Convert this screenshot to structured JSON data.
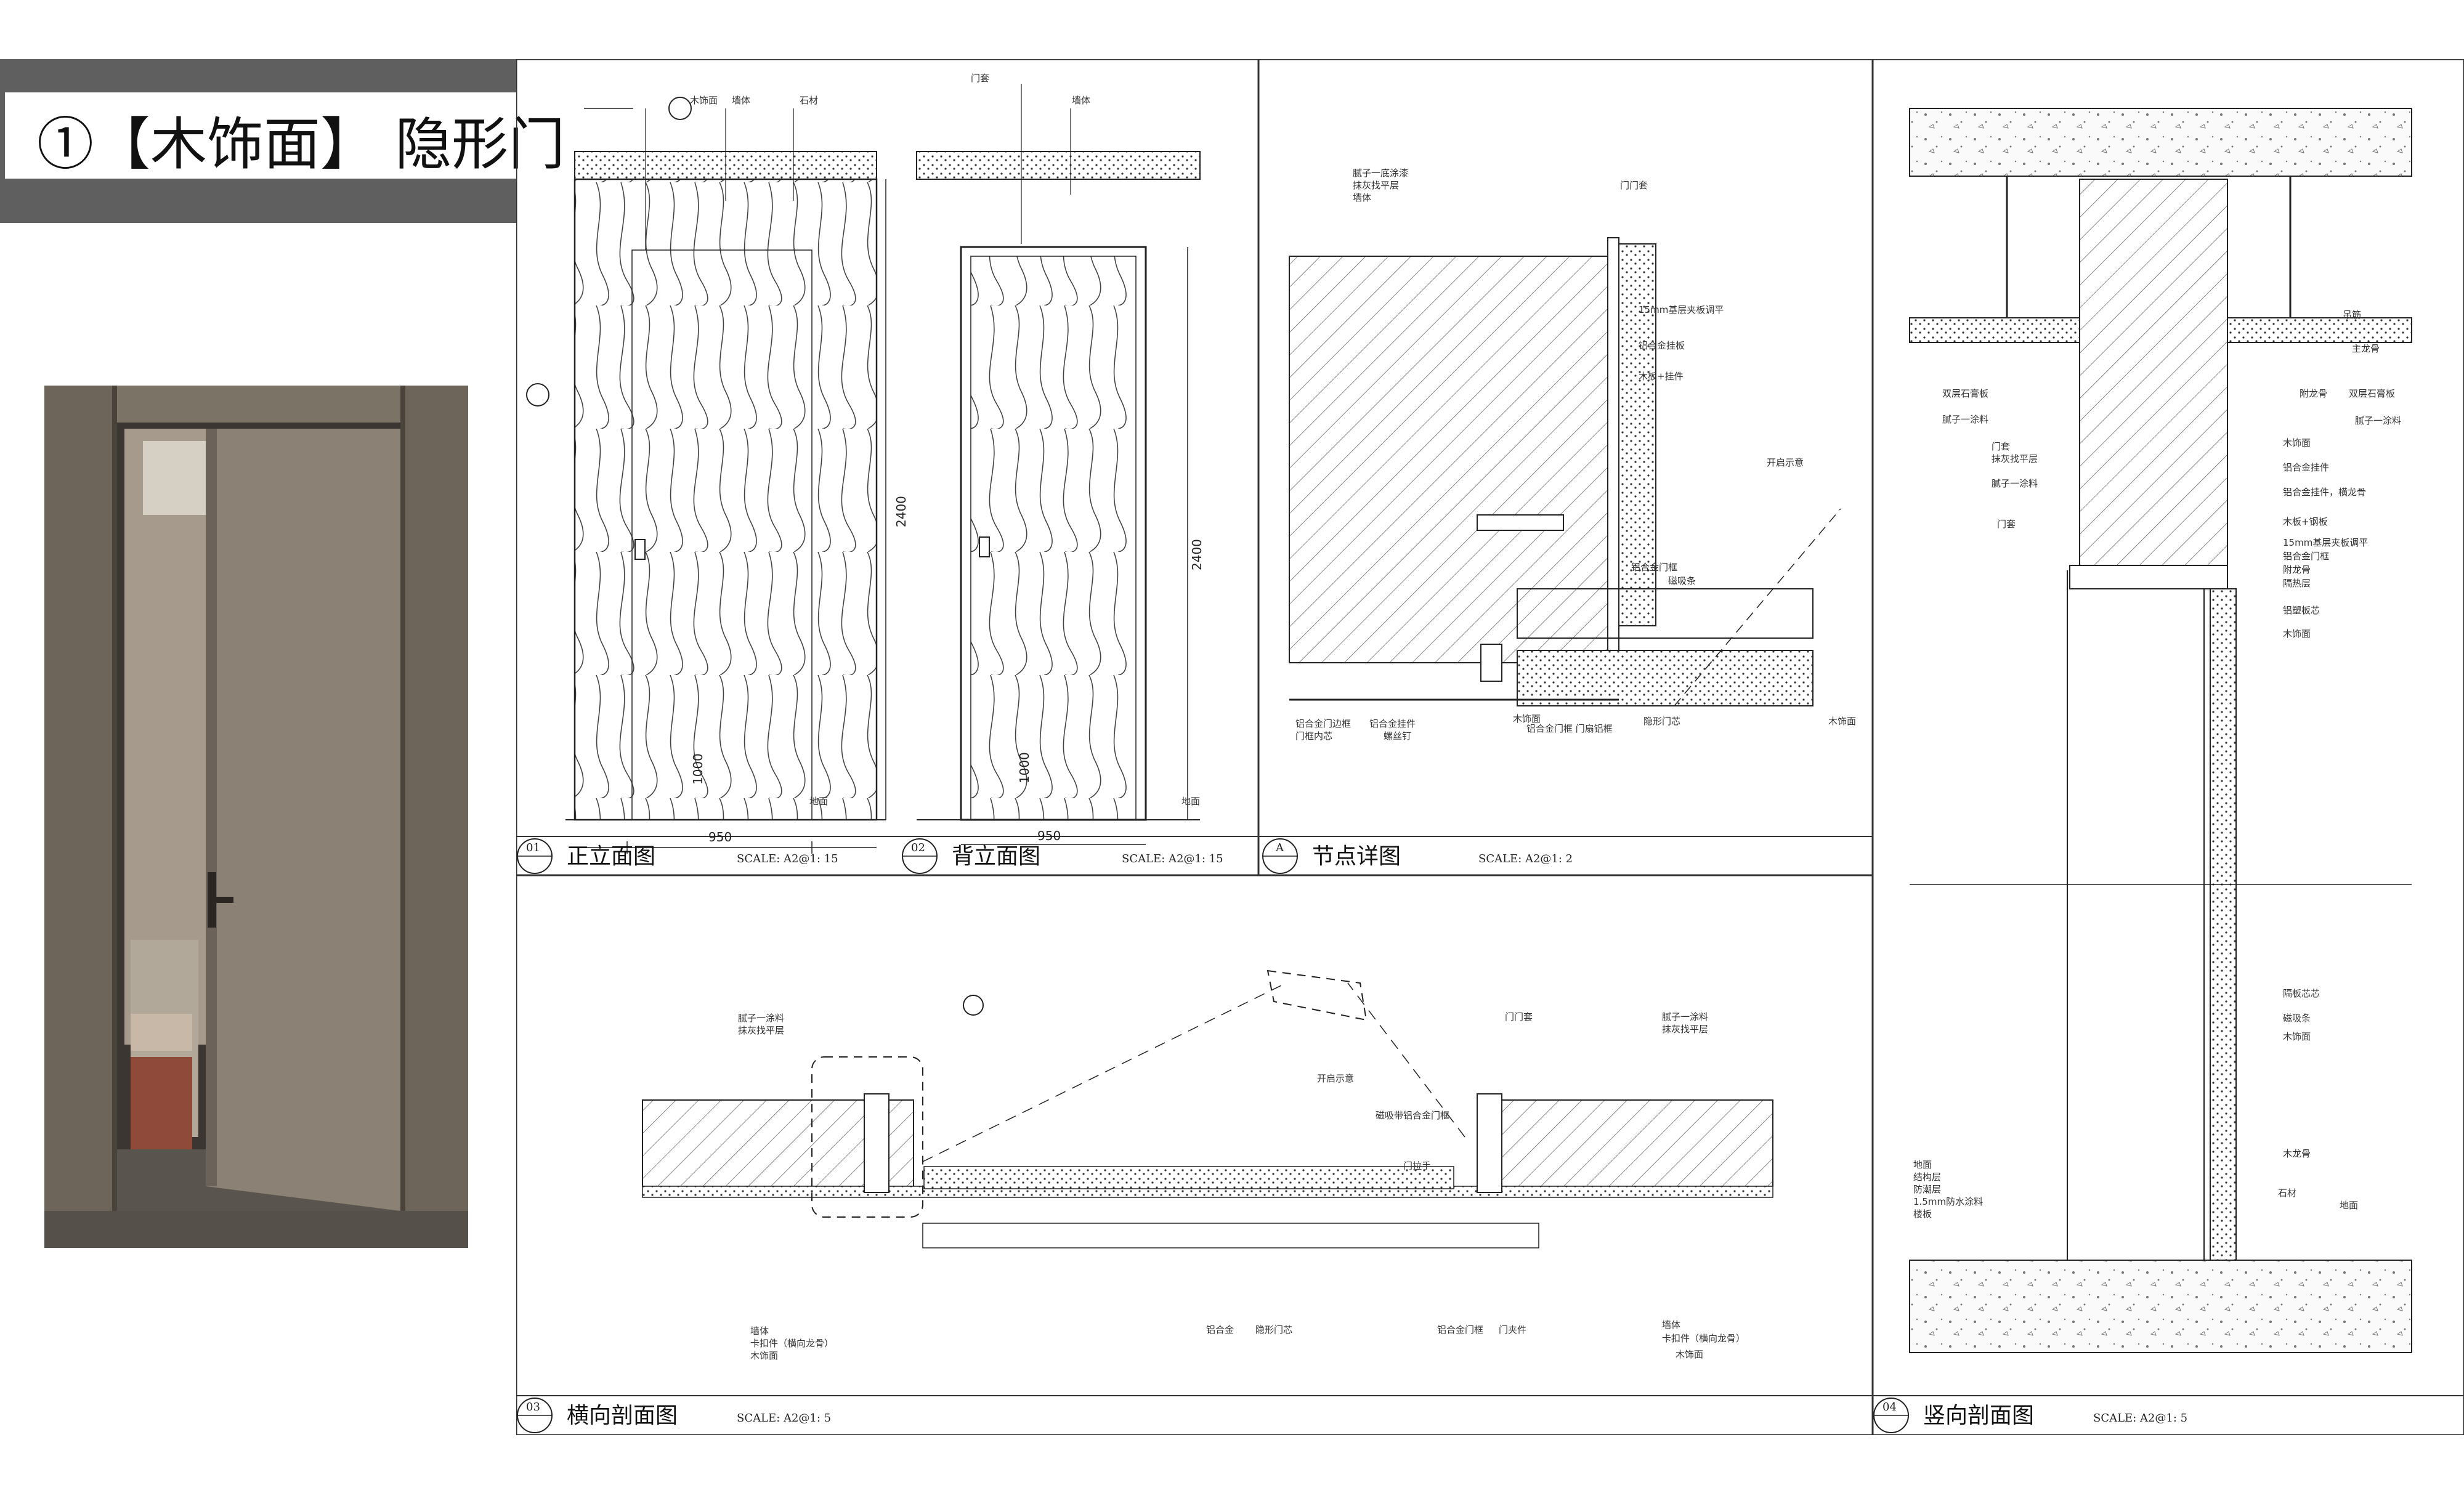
{
  "sheet_title": "①【木饰面】 隐形门",
  "views": [
    {
      "number": "01",
      "title": "正立面图",
      "scale": "SCALE: A2@1: 15"
    },
    {
      "number": "02",
      "title": "背立面图",
      "scale": "SCALE: A2@1: 15"
    },
    {
      "number": "A",
      "title": "节点详图",
      "scale": "SCALE: A2@1: 2"
    },
    {
      "number": "03",
      "title": "横向剖面图",
      "scale": "SCALE: A2@1: 5"
    },
    {
      "number": "04",
      "title": "竖向剖面图",
      "scale": "SCALE: A2@1: 5"
    }
  ],
  "dimensions": {
    "door_width": "950",
    "door_height": "2400",
    "handle_height": "1000"
  },
  "callouts": {
    "front": [
      "木饰面",
      "墙体",
      "石材",
      "地面"
    ],
    "back": [
      "门套",
      "墙体",
      "地面"
    ],
    "detail": [
      "腻子一底涂漆",
      "抹灰找平层",
      "墙体",
      "门门套",
      "15mm基层夹板调平",
      "铝合金挂板",
      "木板+挂件",
      "铝合金门框",
      "磁吸条",
      "开启示意",
      "铝合金门边框",
      "门框内芯",
      "铝合金挂件",
      "螺丝钉",
      "木饰面",
      "铝合金门框 门扇铝框",
      "隐形门芯",
      "木饰面"
    ],
    "horizontal": [
      "腻子一涂料",
      "抹灰找平层",
      "门门套",
      "开启示意",
      "磁吸带铝合金门框",
      "门拉手",
      "腻子一涂料",
      "抹灰找平层",
      "墙体",
      "卡扣件（横向龙骨）",
      "木饰面",
      "铝合金",
      "隐形门芯",
      "铝合金门框",
      "门夹件",
      "墙体",
      "卡扣件（横向龙骨）",
      "木饰面"
    ],
    "vertical": [
      "吊筋",
      "主龙骨",
      "双层石膏板",
      "腻子一涂料",
      "门套",
      "抹灰找平层",
      "腻子一涂料",
      "门套",
      "附龙骨",
      "双层石膏板",
      "腻子一涂料",
      "木饰面",
      "铝合金挂件",
      "铝合金挂件，横龙骨",
      "木板+钢板",
      "15mm基层夹板调平",
      "铝合金门框",
      "附龙骨",
      "隔热层",
      "铝塑板芯",
      "木饰面",
      "隔板芯芯",
      "磁吸条",
      "木饰面",
      "木龙骨",
      "地面",
      "结构层",
      "防潮层",
      "1.5mm防水涂料",
      "楼板",
      "石材",
      "地面"
    ]
  },
  "colors": {
    "header_gray": "#5f5f5f",
    "line": "#222222"
  }
}
